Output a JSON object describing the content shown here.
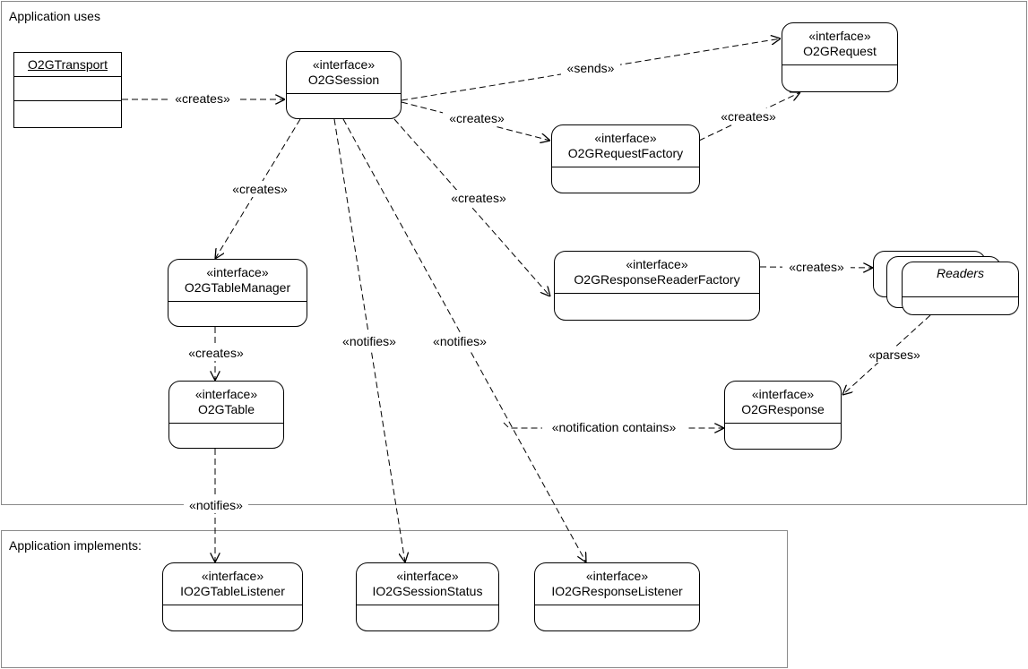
{
  "packages": {
    "uses_label": "Application uses",
    "implements_label": "Application implements:"
  },
  "stereotype": "«interface»",
  "nodes": {
    "transport": "O2GTransport",
    "session": "O2GSession",
    "request": "O2GRequest",
    "request_factory": "O2GRequestFactory",
    "table_manager": "O2GTableManager",
    "response_reader_factory": "O2GResponseReaderFactory",
    "readers": "Readers",
    "table": "O2GTable",
    "response": "O2GResponse",
    "table_listener": "IO2GTableListener",
    "session_status": "IO2GSessionStatus",
    "response_listener": "IO2GResponseListener"
  },
  "edges": {
    "creates": "«creates»",
    "sends": "«sends»",
    "notifies": "«notifies»",
    "parses": "«parses»",
    "notification_contains": "«notification contains»"
  }
}
